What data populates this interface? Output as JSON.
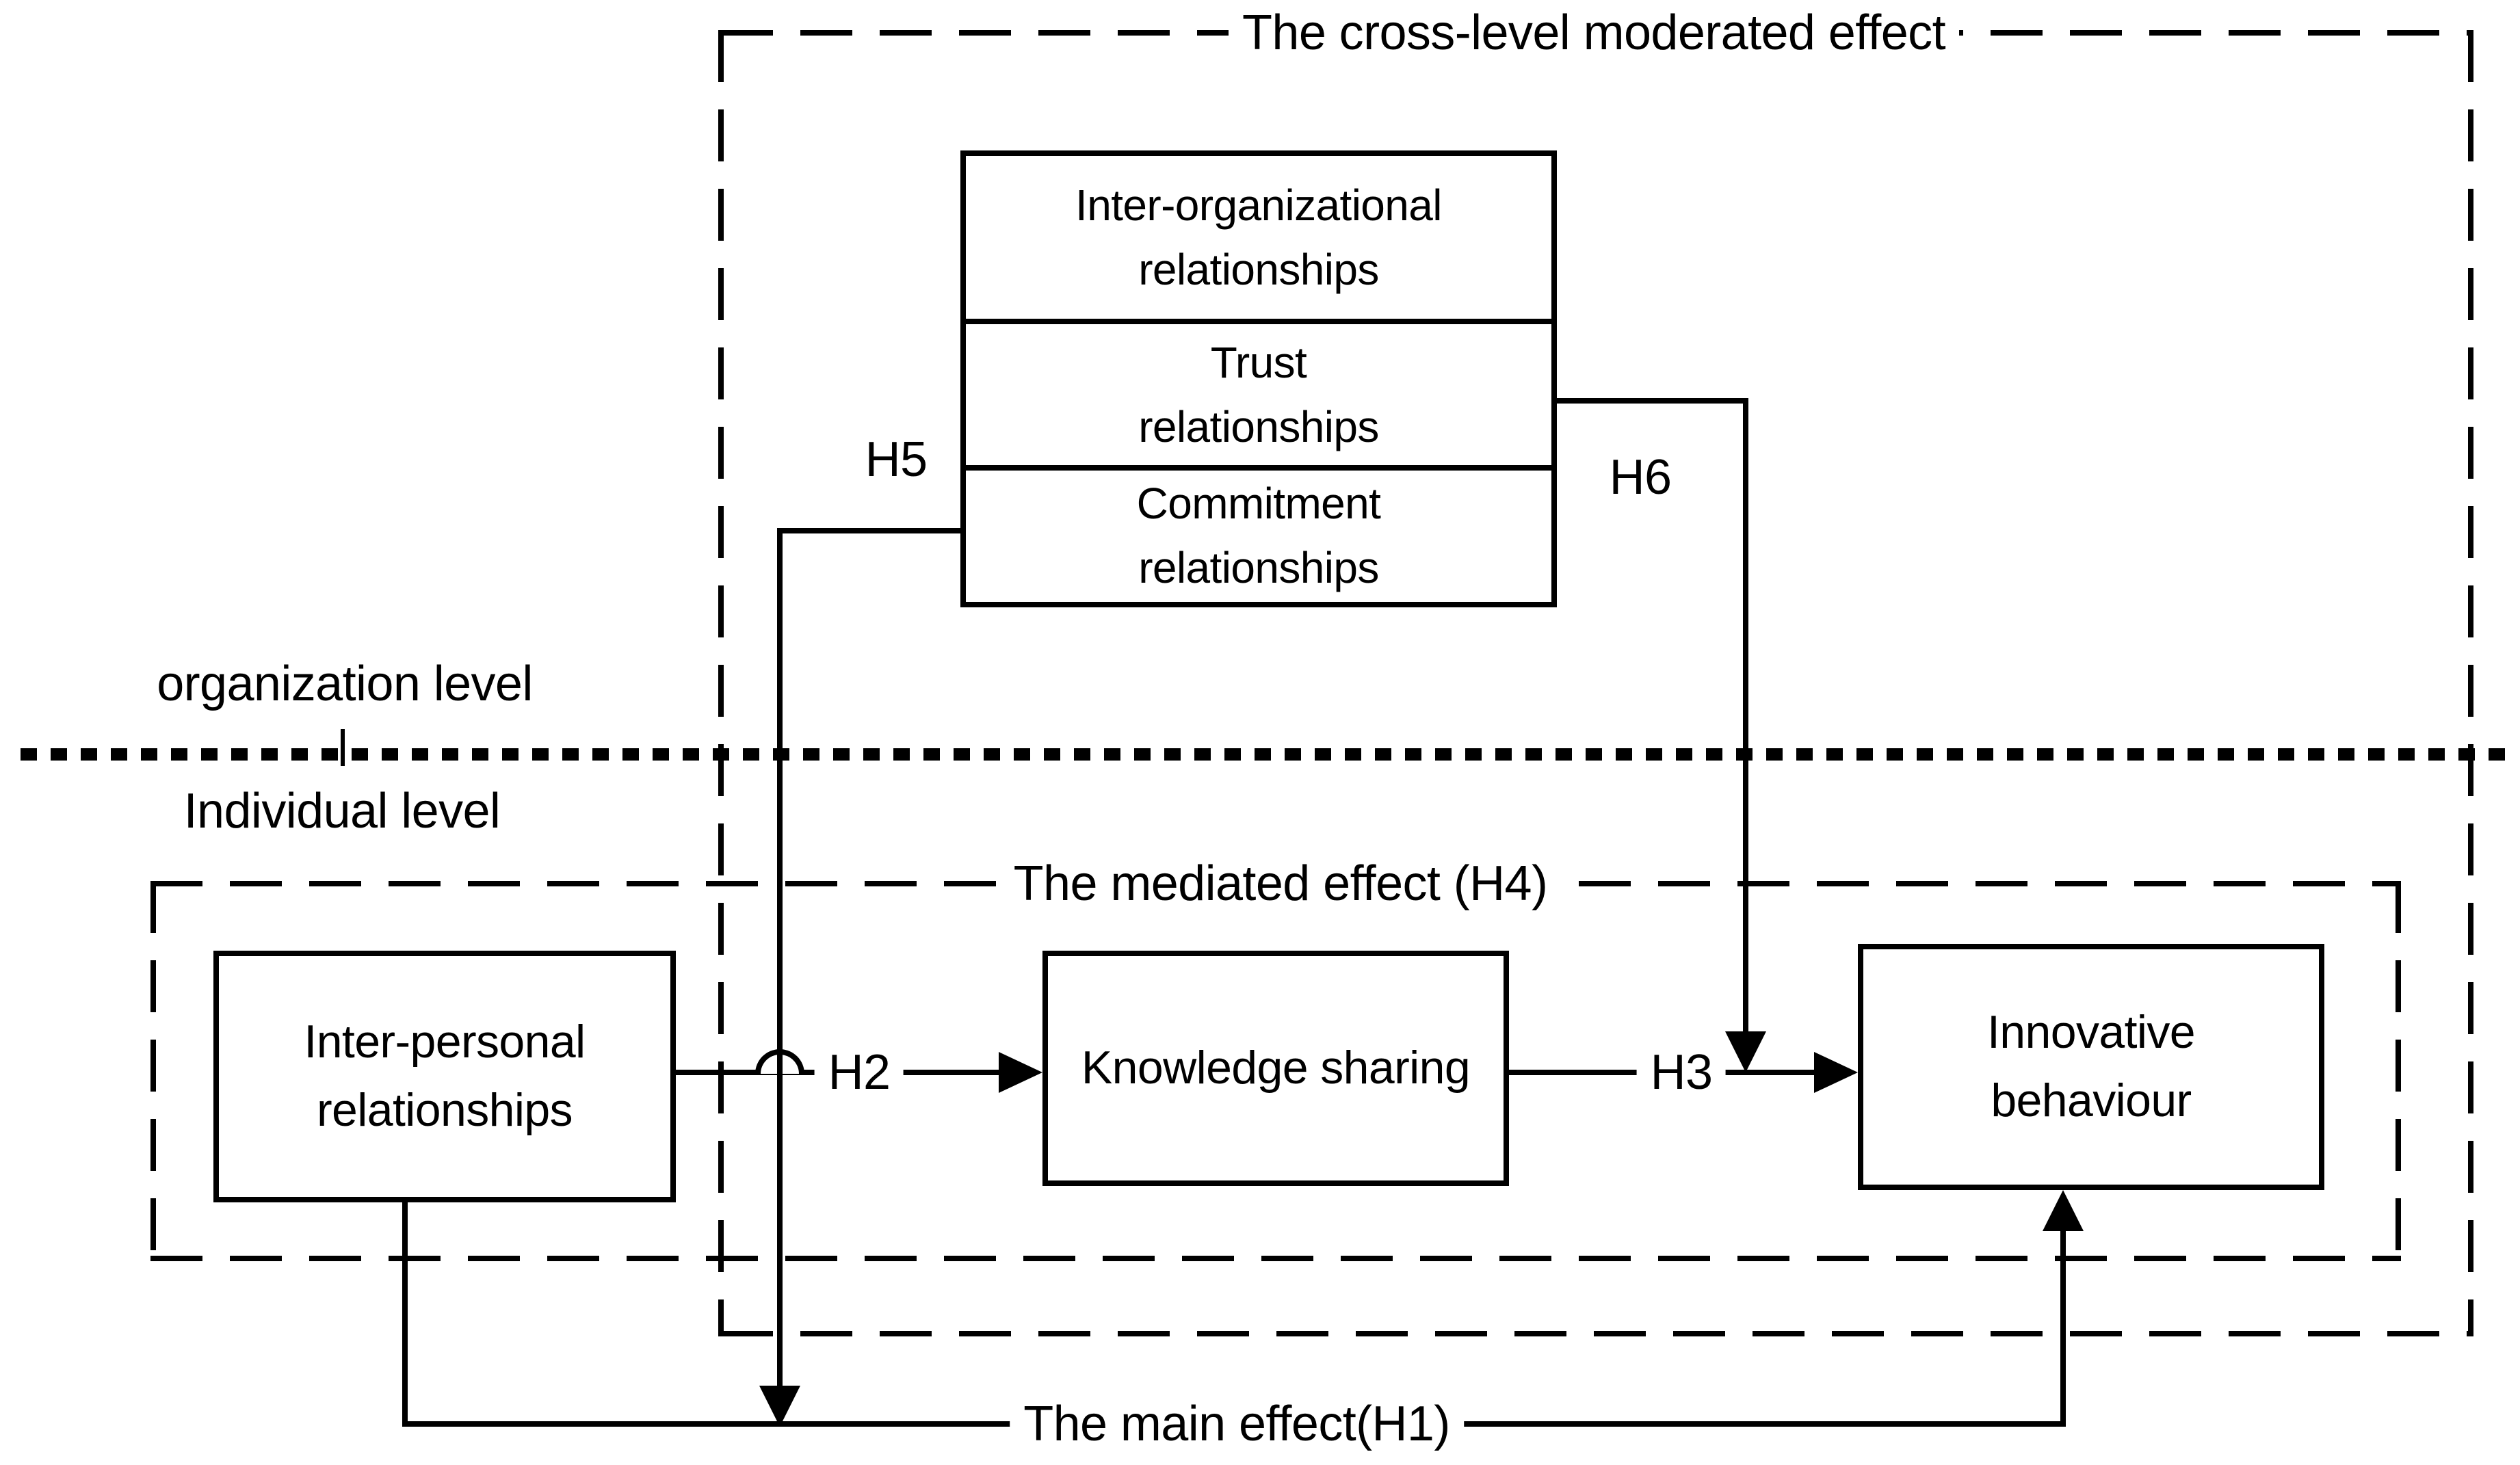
{
  "figure": {
    "frames": {
      "cross_level": {
        "title": "The cross-level moderated effect"
      },
      "mediated": {
        "title": "The mediated effect (H4)"
      }
    },
    "levels": {
      "organization": "organization level",
      "individual": "Individual level"
    },
    "org_box": {
      "cells": [
        {
          "label": "Inter-organizational\nrelationships"
        },
        {
          "label": "Trust\nrelationships"
        },
        {
          "label": "Commitment\nrelationships"
        }
      ]
    },
    "boxes": {
      "interpersonal": {
        "label": "Inter-personal\nrelationships"
      },
      "knowledge": {
        "label": "Knowledge sharing"
      },
      "innovative": {
        "label": "Innovative\nbehaviour"
      }
    },
    "hypotheses": {
      "h1": "The main effect(H1)",
      "h2": "H2",
      "h3": "H3",
      "h5": "H5",
      "h6": "H6"
    },
    "colors": {
      "ink": "#000000",
      "background": "#ffffff"
    }
  }
}
